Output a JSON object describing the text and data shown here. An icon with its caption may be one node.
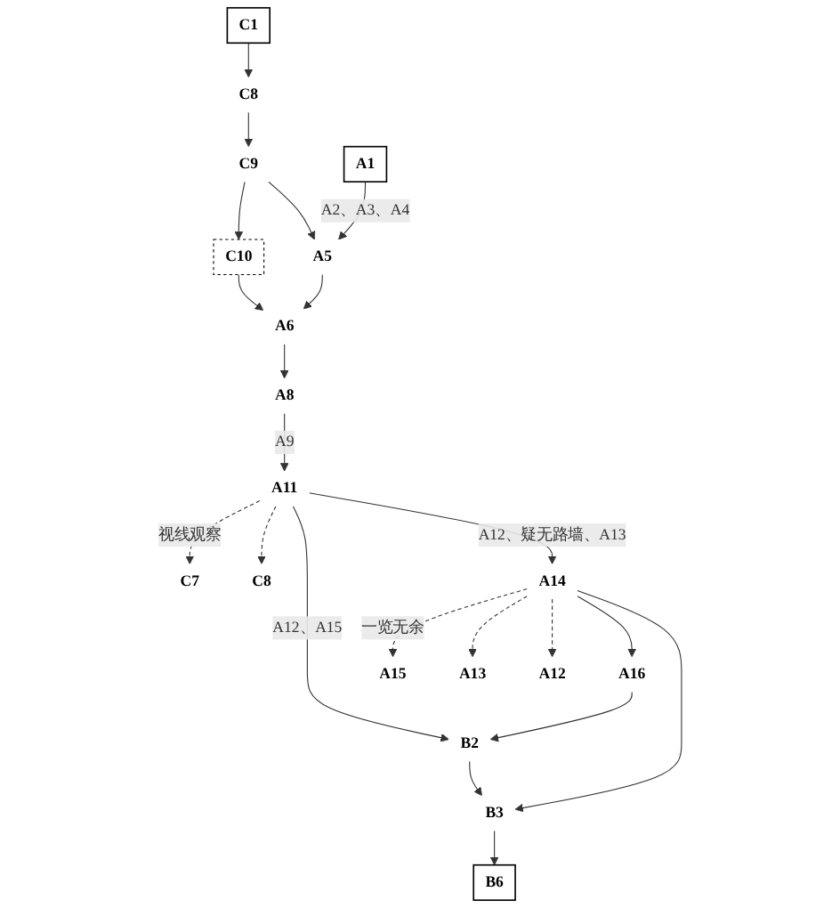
{
  "diagram": {
    "nodes": [
      {
        "text": [
          "C1"
        ]
      },
      {
        "text": [
          "C8"
        ]
      },
      {
        "text": [
          "C9"
        ]
      },
      {
        "text": [
          "C10"
        ]
      },
      {
        "text": [
          "A1"
        ]
      },
      {
        "text": [
          "A5"
        ]
      },
      {
        "text": [
          "A6"
        ]
      },
      {
        "text": [
          "A8"
        ]
      },
      {
        "text": [
          "A11"
        ]
      },
      {
        "text": [
          "C7"
        ]
      },
      {
        "text": [
          "C8"
        ]
      },
      {
        "text": [
          "B6"
        ]
      },
      {
        "text": [
          "B2"
        ]
      },
      {
        "text": [
          "B3"
        ]
      },
      {
        "text": [
          "A16"
        ]
      },
      {
        "text": [
          "A14"
        ]
      },
      {
        "text": [
          "A15"
        ]
      },
      {
        "text": [
          "A13"
        ]
      },
      {
        "text": [
          "A12"
        ]
      }
    ],
    "edges": [
      {
        "from": 0,
        "to": 1,
        "arrow": "to"
      },
      {
        "from": 1,
        "to": 2,
        "arrow": "to"
      },
      {
        "from": 2,
        "to": 3,
        "arrow": "to"
      },
      {
        "from": 2,
        "to": 5,
        "arrow": "to"
      },
      {
        "from": 3,
        "to": 6,
        "arrow": "to"
      },
      {
        "from": 4,
        "to": 5,
        "arrow": "to",
        "label": "A2、A3、A4"
      },
      {
        "from": 5,
        "to": 6,
        "arrow": "to"
      },
      {
        "from": 6,
        "to": 7,
        "arrow": "to"
      },
      {
        "from": 7,
        "to": 8,
        "arrow": "to",
        "label": "A9"
      },
      {
        "from": 8,
        "to": 9,
        "arrow": "to",
        "style": "dashed",
        "label": "视线观察"
      },
      {
        "from": 8,
        "to": 10,
        "arrow": "to",
        "style": "dashed"
      },
      {
        "from": 8,
        "to": 12,
        "arrow": "to",
        "label": "A12、A15"
      },
      {
        "from": 12,
        "to": 13,
        "arrow": "to"
      },
      {
        "from": 13,
        "to": 11,
        "arrow": "to"
      },
      {
        "from": 14,
        "to": 12,
        "arrow": "to"
      },
      {
        "from": 15,
        "to": 14,
        "arrow": "to"
      },
      {
        "from": 15,
        "to": 13,
        "arrow": "to"
      },
      {
        "from": 8,
        "to": 15,
        "arrow": "to",
        "label": "A12、疑无路墙、A13"
      },
      {
        "from": 15,
        "to": 16,
        "arrow": "to",
        "style": "dashed",
        "label": "一览无余"
      },
      {
        "from": 15,
        "to": 17,
        "arrow": "to",
        "style": "dashed"
      },
      {
        "from": 15,
        "to": 18,
        "arrow": "to",
        "style": "dashed"
      }
    ]
  }
}
